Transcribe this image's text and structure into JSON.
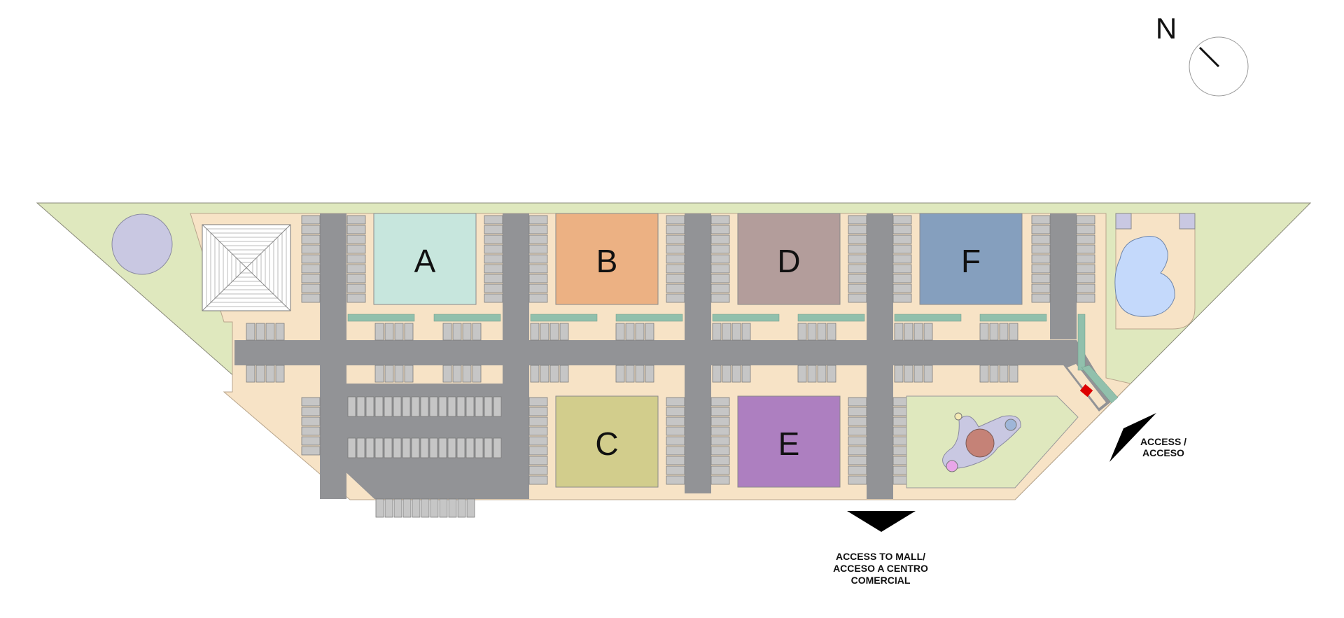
{
  "north": {
    "label": "N"
  },
  "buildings": [
    {
      "id": "A",
      "label": "A",
      "color": "#c7e6dd"
    },
    {
      "id": "B",
      "label": "B",
      "color": "#ecb183"
    },
    {
      "id": "D",
      "label": "D",
      "color": "#b39d9b"
    },
    {
      "id": "F",
      "label": "F",
      "color": "#859fbe"
    },
    {
      "id": "C",
      "label": "C",
      "color": "#d2cd8c"
    },
    {
      "id": "E",
      "label": "E",
      "color": "#ad7fc0"
    }
  ],
  "access": {
    "main_line1": "ACCESS /",
    "main_line2": "ACCESO",
    "mall_line1": "ACCESS TO MALL/",
    "mall_line2": "ACCESO A CENTRO",
    "mall_line3": "COMERCIAL"
  },
  "colors": {
    "grass": "#dfe8be",
    "sidewalk": "#f7e3c6",
    "asphalt": "#929396",
    "parking_stall": "#c6c6c6",
    "hedge": "#91c0ac",
    "pond": "#c9c8e2",
    "pool": "#c4d9fb",
    "fountain": "#c58277",
    "arrow": "#000000"
  }
}
